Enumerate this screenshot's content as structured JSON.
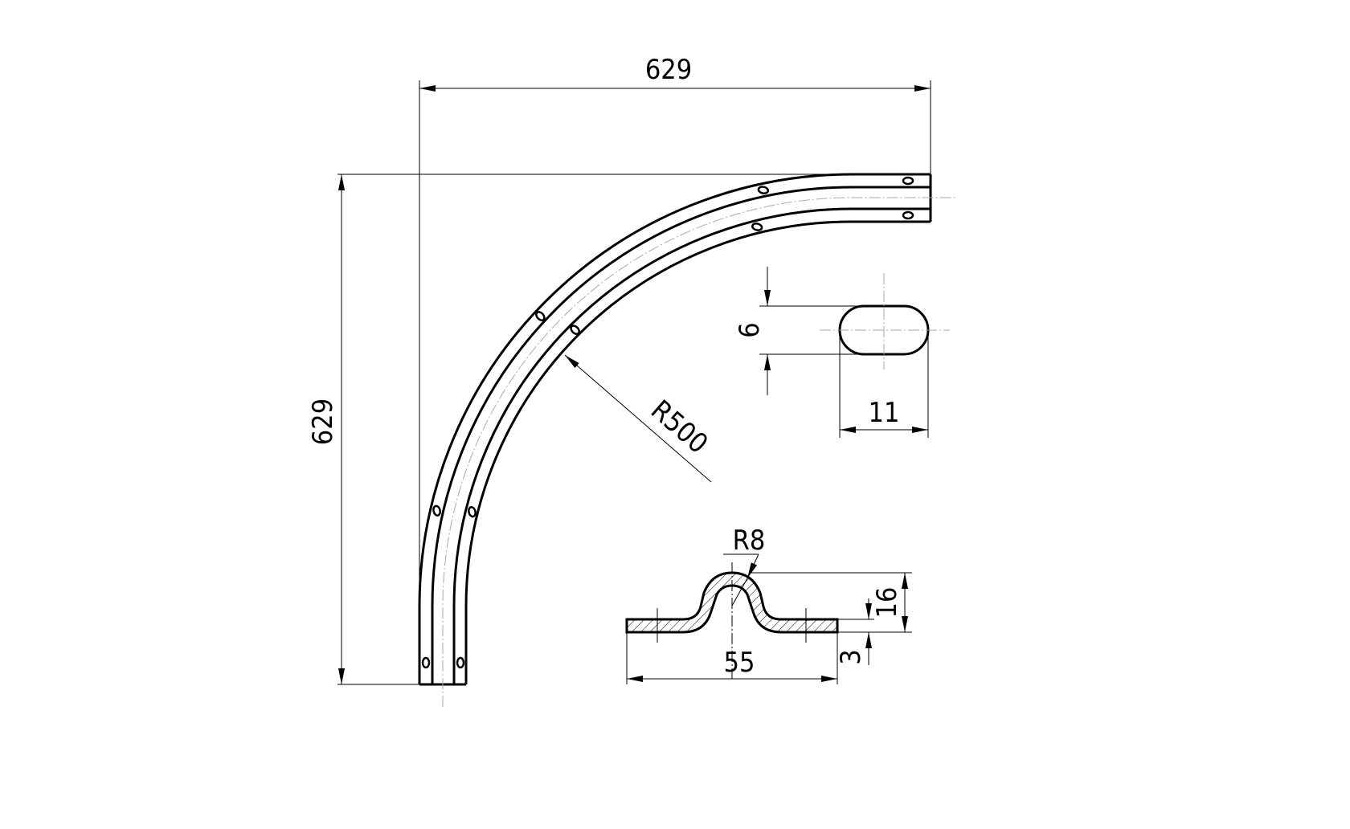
{
  "drawing": {
    "dimensions": {
      "top_width": "629",
      "left_height": "629",
      "radius": "R500",
      "slot_height": "6",
      "slot_width": "11",
      "profile_radius": "R8",
      "profile_height": "16",
      "profile_thickness": "3",
      "profile_width": "55"
    },
    "line_color": "#000000",
    "centerline_color": "#aaaaaa"
  }
}
